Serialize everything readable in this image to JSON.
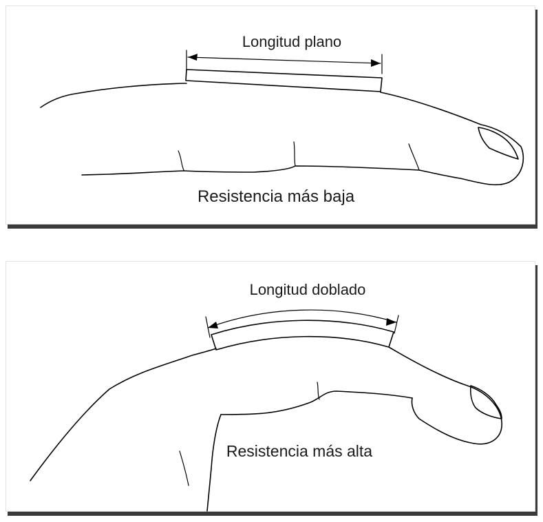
{
  "panels": [
    {
      "measure_label": "Longitud plano",
      "resistance_label": "Resistencia más baja"
    },
    {
      "measure_label": "Longitud doblado",
      "resistance_label": "Resistencia más alta"
    }
  ],
  "icons": {
    "top_drawing": "flat-finger-icon",
    "bottom_drawing": "bent-finger-icon"
  }
}
